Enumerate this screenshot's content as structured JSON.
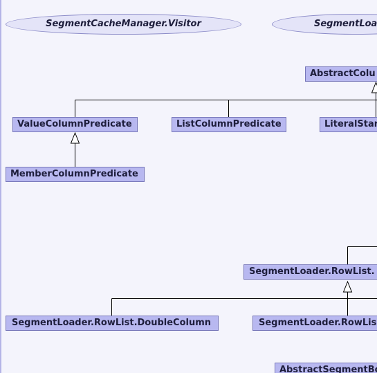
{
  "interfaces": [
    {
      "id": "segment-cache-manager-visitor",
      "label": "SegmentCacheManager.Visitor"
    },
    {
      "id": "segment-loader-iface",
      "label": "SegmentLoa"
    }
  ],
  "classes": {
    "abstract_column_predicate": "AbstractColu",
    "value_column_predicate": "ValueColumnPredicate",
    "list_column_predicate": "ListColumnPredicate",
    "literal_star_predicate": "LiteralStar",
    "member_column_predicate": "MemberColumnPredicate",
    "segment_loader_rowlist_column": "SegmentLoader.RowList.",
    "segment_loader_rowlist_double_column": "SegmentLoader.RowList.DoubleColumn",
    "segment_loader_rowlist_other": "SegmentLoader.RowLis",
    "abstract_segment_body": "AbstractSegmentBo"
  },
  "colors": {
    "background": "#f4f4fc",
    "node_fill": "#b8b8f0",
    "node_border": "#7676b8",
    "interface_fill": "#e4e4f8",
    "edge": "#000000"
  }
}
